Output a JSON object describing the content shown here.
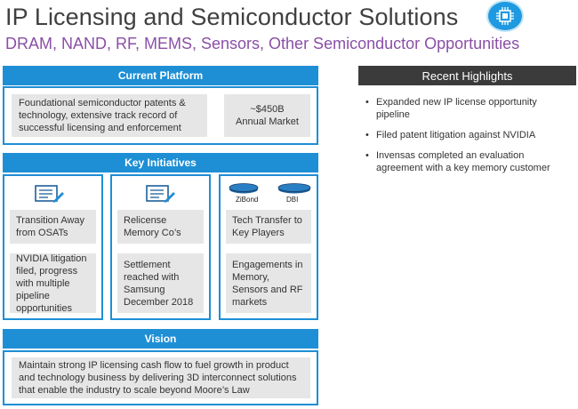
{
  "header": {
    "title": "IP Licensing and Semiconductor Solutions",
    "subtitle": "DRAM, NAND, RF, MEMS, Sensors, Other Semiconductor Opportunities",
    "badge_icon": "chip-icon"
  },
  "current_platform": {
    "label": "Current Platform",
    "description": "Foundational semiconductor patents & technology, extensive track record of successful licensing and enforcement",
    "market_size": "~$450B",
    "market_label": "Annual Market"
  },
  "key_initiatives": {
    "label": "Key Initiatives",
    "columns": [
      {
        "icon": "license-card-icon",
        "title": "Transition Away from OSATs",
        "detail": "NVIDIA litigation filed, progress with multiple pipeline opportunities"
      },
      {
        "icon": "license-card-icon",
        "title": "Relicense Memory Co’s",
        "detail": "Settlement reached with Samsung December 2018"
      },
      {
        "icon": "wafer-disk-icon",
        "disk_labels": [
          "ZiBond",
          "DBI"
        ],
        "title": "Tech Transfer to Key Players",
        "detail": "Engagements in Memory, Sensors and RF markets"
      }
    ]
  },
  "vision": {
    "label": "Vision",
    "text": "Maintain strong IP licensing cash flow to fuel growth in product and technology business by delivering 3D interconnect solutions that enable the industry to scale beyond Moore’s Law"
  },
  "recent_highlights": {
    "label": "Recent Highlights",
    "bullet": "•",
    "items": [
      "Expanded new IP license opportunity pipeline",
      "Filed patent litigation against NVIDIA",
      "Invensas completed an evaluation agreement with a key memory customer"
    ]
  },
  "colors": {
    "accent_blue": "#1e8fd5",
    "subtitle_purple": "#8a4fa6",
    "cell_gray": "#e6e6e6",
    "highlights_header": "#3b3b3b"
  }
}
